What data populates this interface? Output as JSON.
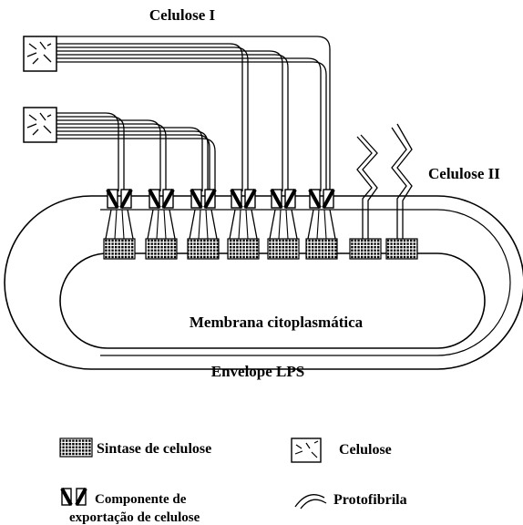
{
  "labels": {
    "celulose_i": "Celulose I",
    "celulose_ii": "Celulose II",
    "membrana": "Membrana citoplasmática",
    "envelope": "Envelope LPS"
  },
  "legend": {
    "sintase": "Sintase de celulose",
    "celulose": "Celulose",
    "componente_line1": "Componente de",
    "componente_line2": "exportação de celulose",
    "protofibrila": "Protofibrila"
  },
  "colors": {
    "ink": "#000000",
    "background": "#ffffff"
  }
}
